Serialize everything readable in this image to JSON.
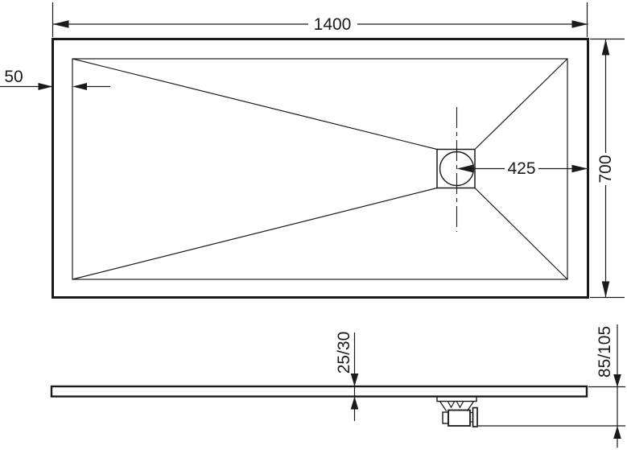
{
  "drawing": {
    "type": "shower-tray-technical-drawing",
    "colors": {
      "line": "#1a1a1a",
      "background": "#ffffff"
    },
    "plan_view": {
      "dim_length": "1400",
      "dim_width": "700",
      "dim_rim": "50",
      "dim_drain_to_edge": "425"
    },
    "side_view": {
      "dim_tray_thickness": "25/30",
      "dim_overall_height": "85/105"
    }
  }
}
